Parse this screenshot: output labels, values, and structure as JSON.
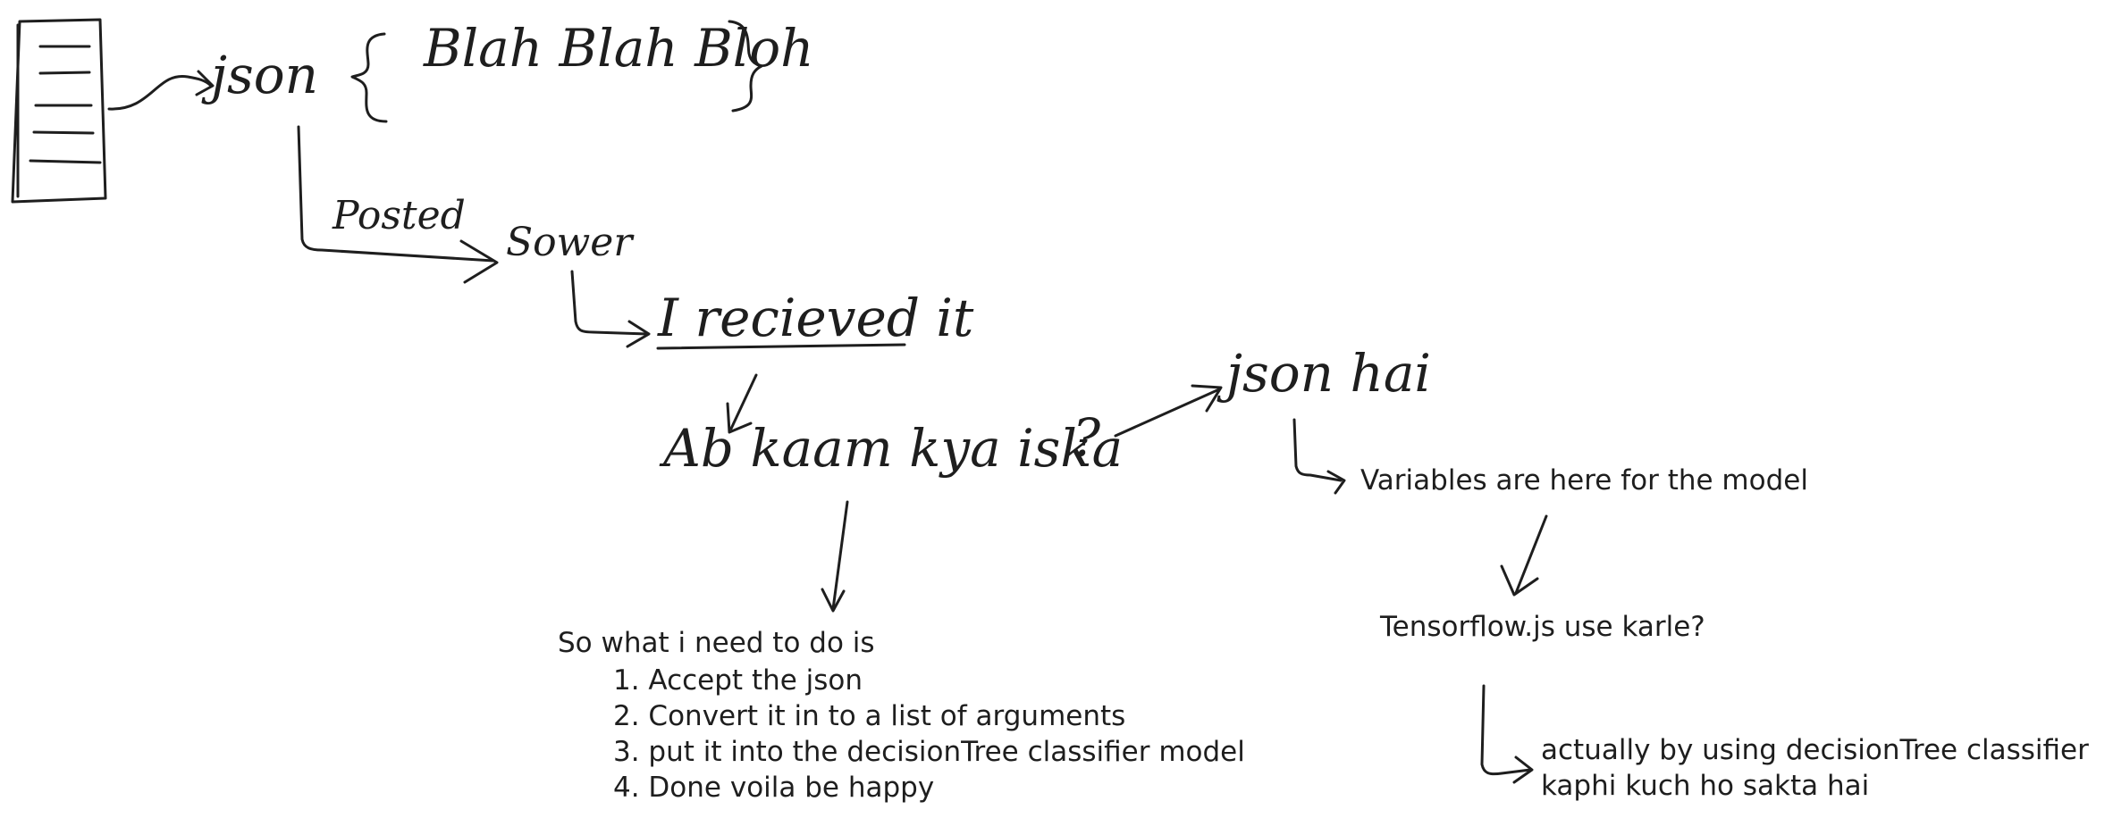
{
  "labels": {
    "json": "json",
    "blah": "Blah Blah Bloh",
    "posted": "Posted",
    "server": "Sower",
    "received": "I recieved it",
    "ab_kaam": "Ab kaam kya iska",
    "json_hai": "json hai",
    "variables": "Variables are here for the model",
    "tensorflow": "Tensorflow.js use karle?",
    "decision_line1": "actually by using decisionTree classifier",
    "decision_line2": "kaphi kuch ho sakta hai"
  },
  "todo": {
    "heading": "So what i need to do is",
    "items": [
      "1. Accept the json",
      "2. Convert it in to a list of arguments",
      "3. put it into the decisionTree classifier model",
      "4. Done voila be happy"
    ]
  }
}
